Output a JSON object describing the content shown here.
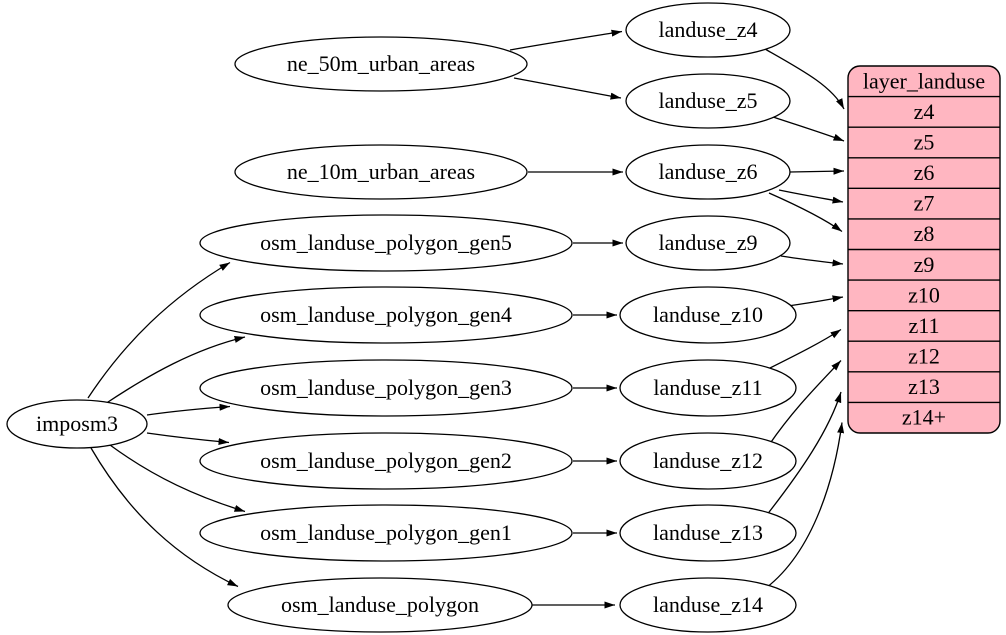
{
  "diagram": {
    "background": "#ffffff",
    "edge_color": "#000000",
    "nodes": {
      "imposm3": {
        "label": "imposm3"
      },
      "ne_50m_urban_areas": {
        "label": "ne_50m_urban_areas"
      },
      "ne_10m_urban_areas": {
        "label": "ne_10m_urban_areas"
      },
      "osm_landuse_polygon_gen5": {
        "label": "osm_landuse_polygon_gen5"
      },
      "osm_landuse_polygon_gen4": {
        "label": "osm_landuse_polygon_gen4"
      },
      "osm_landuse_polygon_gen3": {
        "label": "osm_landuse_polygon_gen3"
      },
      "osm_landuse_polygon_gen2": {
        "label": "osm_landuse_polygon_gen2"
      },
      "osm_landuse_polygon_gen1": {
        "label": "osm_landuse_polygon_gen1"
      },
      "osm_landuse_polygon": {
        "label": "osm_landuse_polygon"
      },
      "landuse_z4": {
        "label": "landuse_z4"
      },
      "landuse_z5": {
        "label": "landuse_z5"
      },
      "landuse_z6": {
        "label": "landuse_z6"
      },
      "landuse_z9": {
        "label": "landuse_z9"
      },
      "landuse_z10": {
        "label": "landuse_z10"
      },
      "landuse_z11": {
        "label": "landuse_z11"
      },
      "landuse_z12": {
        "label": "landuse_z12"
      },
      "landuse_z13": {
        "label": "landuse_z13"
      },
      "landuse_z14": {
        "label": "landuse_z14"
      }
    },
    "table": {
      "header": "layer_landuse",
      "rows": [
        "z4",
        "z5",
        "z6",
        "z7",
        "z8",
        "z9",
        "z10",
        "z11",
        "z12",
        "z13",
        "z14+"
      ],
      "fill": "#ffb6c1",
      "border_color": "#000000"
    },
    "edges": [
      {
        "from": "ne_50m_urban_areas",
        "to": "landuse_z4"
      },
      {
        "from": "ne_50m_urban_areas",
        "to": "landuse_z5"
      },
      {
        "from": "ne_10m_urban_areas",
        "to": "landuse_z6"
      },
      {
        "from": "imposm3",
        "to": "osm_landuse_polygon_gen5"
      },
      {
        "from": "imposm3",
        "to": "osm_landuse_polygon_gen4"
      },
      {
        "from": "imposm3",
        "to": "osm_landuse_polygon_gen3"
      },
      {
        "from": "imposm3",
        "to": "osm_landuse_polygon_gen2"
      },
      {
        "from": "imposm3",
        "to": "osm_landuse_polygon_gen1"
      },
      {
        "from": "imposm3",
        "to": "osm_landuse_polygon"
      },
      {
        "from": "osm_landuse_polygon_gen5",
        "to": "landuse_z9"
      },
      {
        "from": "osm_landuse_polygon_gen4",
        "to": "landuse_z10"
      },
      {
        "from": "osm_landuse_polygon_gen3",
        "to": "landuse_z11"
      },
      {
        "from": "osm_landuse_polygon_gen2",
        "to": "landuse_z12"
      },
      {
        "from": "osm_landuse_polygon_gen1",
        "to": "landuse_z13"
      },
      {
        "from": "osm_landuse_polygon",
        "to": "landuse_z14"
      },
      {
        "from": "landuse_z4",
        "to": "layer_landuse:z4"
      },
      {
        "from": "landuse_z5",
        "to": "layer_landuse:z5"
      },
      {
        "from": "landuse_z6",
        "to": "layer_landuse:z6"
      },
      {
        "from": "landuse_z6",
        "to": "layer_landuse:z7"
      },
      {
        "from": "landuse_z6",
        "to": "layer_landuse:z8"
      },
      {
        "from": "landuse_z9",
        "to": "layer_landuse:z9"
      },
      {
        "from": "landuse_z10",
        "to": "layer_landuse:z10"
      },
      {
        "from": "landuse_z11",
        "to": "layer_landuse:z11"
      },
      {
        "from": "landuse_z12",
        "to": "layer_landuse:z12"
      },
      {
        "from": "landuse_z13",
        "to": "layer_landuse:z13"
      },
      {
        "from": "landuse_z14",
        "to": "layer_landuse:z14+"
      }
    ]
  }
}
